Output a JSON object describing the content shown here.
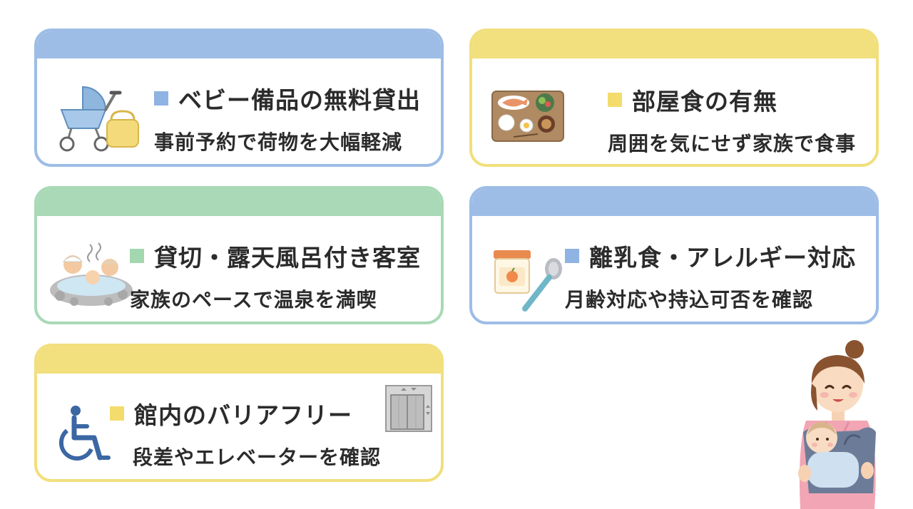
{
  "cards": [
    {
      "title": "ベビー備品の無料貸出",
      "subtitle": "事前予約で荷物を大幅軽減",
      "icon": "stroller-icon",
      "accent": "#9dbde6"
    },
    {
      "title": "部屋食の有無",
      "subtitle": "周囲を気にせず家族で食事",
      "icon": "meal-tray-icon",
      "accent": "#f2df7d"
    },
    {
      "title": "貸切・露天風呂付き客室",
      "subtitle": "家族のペースで温泉を満喫",
      "icon": "hot-spring-family-icon",
      "accent": "#a9d9b6"
    },
    {
      "title": "離乳食・アレルギー対応",
      "subtitle": "月齢対応や持込可否を確認",
      "icon": "baby-food-icon",
      "accent": "#9dbde6"
    },
    {
      "title": "館内のバリアフリー",
      "subtitle": "段差やエレベーターを確認",
      "icon": "wheelchair-icon",
      "accent": "#f2df7d"
    }
  ]
}
